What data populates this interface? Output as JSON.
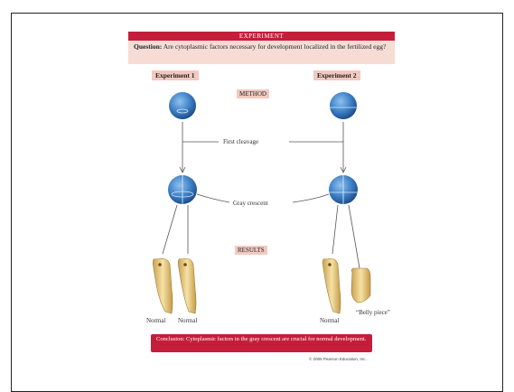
{
  "figure": {
    "header": "EXPERIMENT",
    "question_label": "Question:",
    "question_text": "Are cytoplasmic factors necessary for development localized in the fertilized egg?",
    "experiment1_label": "Experiment 1",
    "experiment2_label": "Experiment 2",
    "method_label": "METHOD",
    "first_cleavage_label": "First cleavage",
    "gray_crescent_label": "Gray crescent",
    "results_label": "RESULTS",
    "outcomes": [
      "Normal",
      "Normal",
      "Normal",
      "“Belly piece”"
    ],
    "conclusion": "Conclusion: Cytoplasmic factors in the gray crescent are crucial for normal development.",
    "copyright": "© 2005 Pearson Education, Inc."
  },
  "colors": {
    "header_red": "#c41e3a",
    "label_pink": "#f2c9c0",
    "question_pink": "#f7dcd6",
    "egg_blue": "#2f6fb5",
    "embryo_tan": "#e6c97a"
  }
}
